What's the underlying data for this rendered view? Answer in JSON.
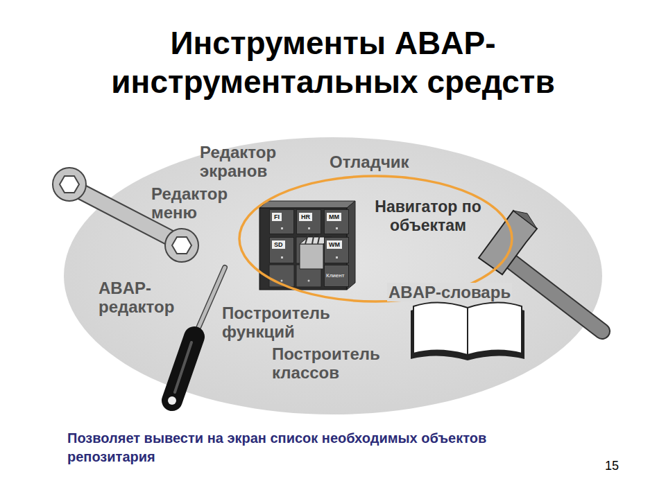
{
  "diagram": {
    "title": "Инструменты ABAP-инструментальных средств",
    "caption": "Позволяет вывести на экран список необходимых объектов репозитария",
    "nodes": [
      {
        "text": [
          "Навигатор по объектам"
        ]
      },
      {
        "text": [
          "FI"
        ],
        "in": 0
      },
      {
        "text": [
          "HR"
        ],
        "in": 0
      },
      {
        "text": [
          "MM"
        ],
        "in": 0
      },
      {
        "text": [
          "SD"
        ],
        "in": 0
      },
      {
        "text": [
          "WM"
        ],
        "in": 0
      },
      {
        "text": [
          "Клиент"
        ],
        "in": 0
      }
    ],
    "labels": [
      "Редактор экранов",
      "Отладчик",
      "Редактор меню",
      "ABAP-редактор",
      "Построитель функций",
      "Построитель классов",
      "ABAP-словарь",
      "15"
    ]
  }
}
